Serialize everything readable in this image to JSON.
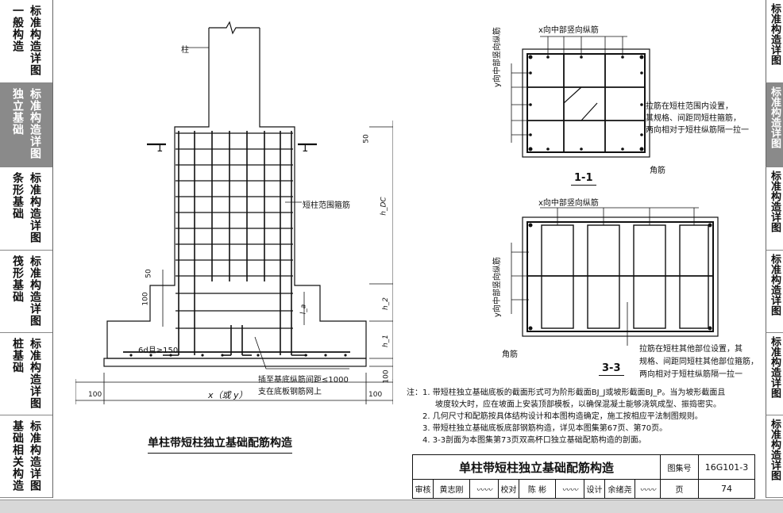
{
  "left_nav": [
    {
      "title": "一般构造",
      "subtitle": "标准构造详图",
      "active": false
    },
    {
      "title": "独立基础",
      "subtitle": "标准构造详图",
      "active": true
    },
    {
      "title": "条形基础",
      "subtitle": "标准构造详图",
      "active": false
    },
    {
      "title": "筏形基础",
      "subtitle": "标准构造详图",
      "active": false
    },
    {
      "title": "桩基础",
      "subtitle": "标准构造详图",
      "active": false
    },
    {
      "title": "基础相关构造",
      "subtitle": "标准构造详图",
      "active": false
    }
  ],
  "right_nav": [
    {
      "text": "标准构造详图",
      "active": false
    },
    {
      "text": "标准构造详图",
      "active": true
    },
    {
      "text": "标准构造详图",
      "active": false
    },
    {
      "text": "标准构造详图",
      "active": false
    },
    {
      "text": "标准构造详图",
      "active": false
    },
    {
      "text": "标准构造详图",
      "active": false
    }
  ],
  "elevation": {
    "label_column": "柱",
    "section_mark": "1",
    "label_stirrup": "短柱范围箍筋",
    "dim_50_top": "50",
    "dim_h_dc": "h_DC",
    "dim_50_left": "50",
    "dim_100_left": "100",
    "dim_la": "l_a",
    "dim_h2": "h_2",
    "dim_h1": "h_1",
    "dim_100_bottom": "100",
    "label_6d": "6d且≥150",
    "label_insert_1": "插至基底纵筋间距≤1000",
    "label_insert_2": "支在底板钢筋网上",
    "dim_x_or_y": "x（或 y）",
    "dim_100_a": "100",
    "dim_100_b": "100",
    "caption": "单柱带短柱独立基础配筋构造"
  },
  "section_1_1": {
    "label_x": "x向中部竖向纵筋",
    "label_y": "y向中部竖向纵筋",
    "note_1": "拉筋在短柱范围内设置，",
    "note_2": "其规格、间距同短柱箍筋，",
    "note_3": "两向相对于短柱纵筋隔一拉一",
    "label_corner": "角筋",
    "caption": "1-1"
  },
  "section_3_3": {
    "label_x": "x向中部竖向纵筋",
    "label_y": "y向中部竖向纵筋",
    "label_corner": "角筋",
    "note_1": "拉筋在短柱其他部位设置，其",
    "note_2": "规格、间距同短柱其他部位箍筋，",
    "note_3": "两向相对于短柱纵筋隔一拉一",
    "caption": "3-3"
  },
  "notes": [
    "注：1. 带短柱独立基础底板的截面形式可为阶形截面BJ_J或坡形截面BJ_P。当为坡形截面且",
    "坡度较大时，应在坡面上安装顶部模板，以确保混凝土能够浇筑成型、振捣密实。",
    "2. 几何尺寸和配筋按具体结构设计和本图构造确定，施工按相应平法制图规则。",
    "3. 带短柱独立基础底板底部钢筋构造，详见本图集第67页、第70页。",
    "4. 3-3剖面为本图集第73页双高杯口独立基础配筋构造的剖面。"
  ],
  "title_block": {
    "title": "单柱带短柱独立基础配筋构造",
    "atlas_label": "图集号",
    "atlas_no": "16G101-3",
    "review_label": "审核",
    "reviewer": "黄志刚",
    "check_label": "校对",
    "checker": "陈 彬",
    "design_label": "设计",
    "designer": "余绪尧",
    "page_label": "页",
    "page_no": "74"
  }
}
